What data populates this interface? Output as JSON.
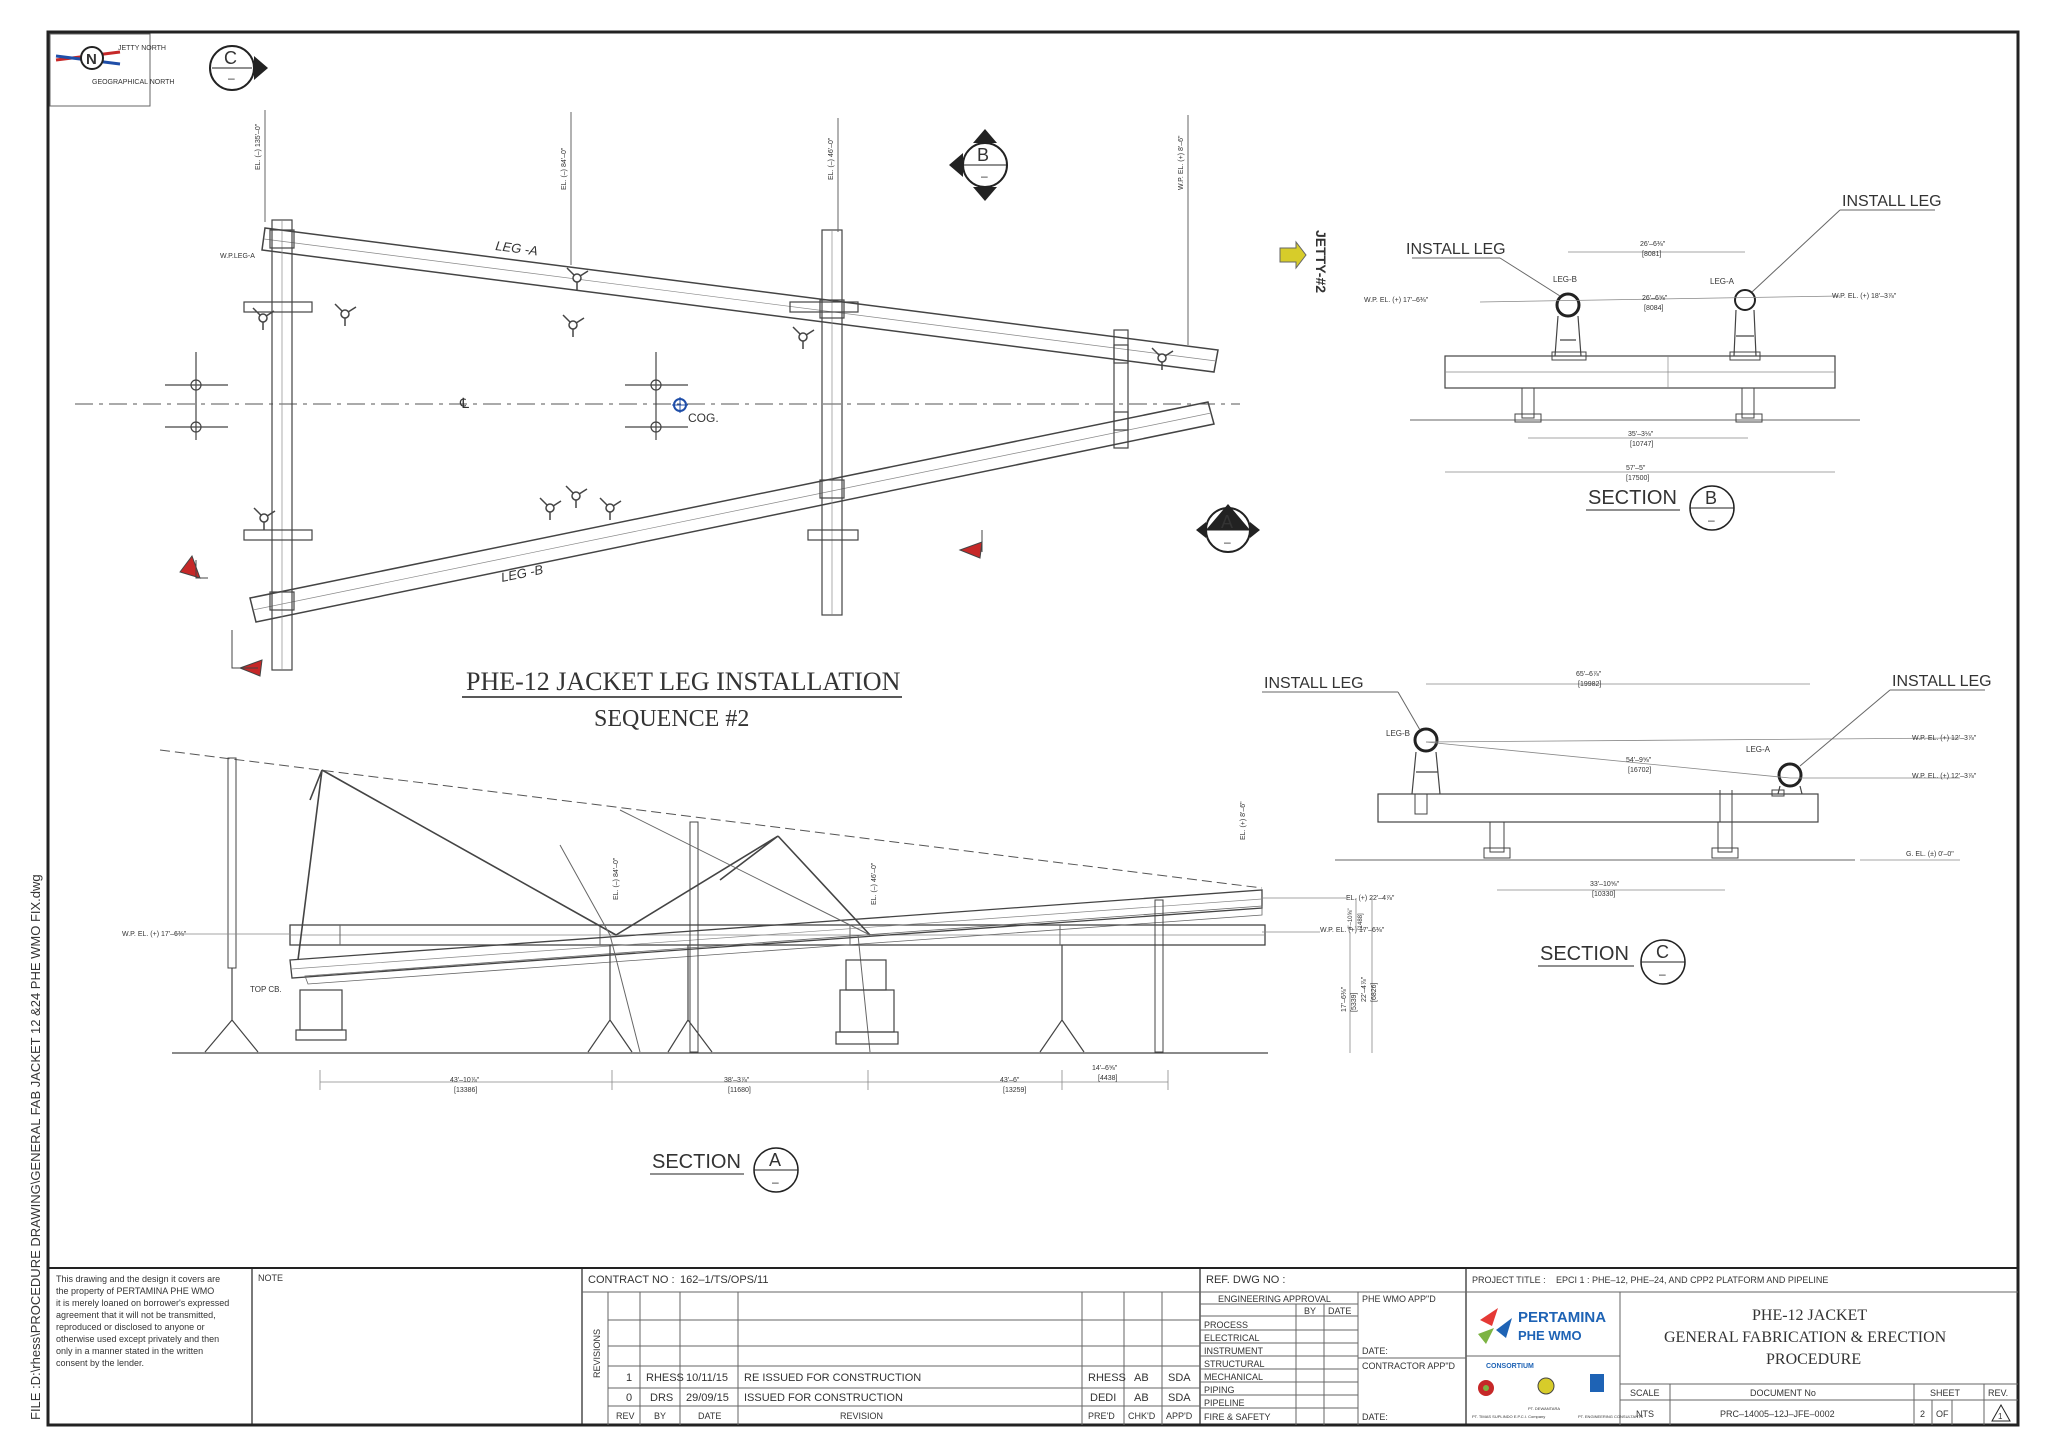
{
  "file_path": "FILE :D:\\rhess\\PROCEDURE DRAWING\\GENERAL FAB JACKET 12 &24 PHE WMO FIX.dwg",
  "north": {
    "jetty_north": "JETTY NORTH",
    "geographical_north": "GEOGRAPHICAL NORTH",
    "n_letter": "N"
  },
  "section_markers": {
    "a": "A",
    "b": "B",
    "c": "C",
    "dash": "–"
  },
  "title": {
    "line1": "PHE-12 JACKET LEG INSTALLATION",
    "line2": "SEQUENCE #2"
  },
  "plan": {
    "leg_a": "LEG -A",
    "leg_b": "LEG -B",
    "wp_leg_a": "W.P.LEG-A",
    "cog": "COG.",
    "centerline": "℄",
    "jetty": "JETTY-#2",
    "el_left": "EL. (–) 135'–0\"",
    "el_mid": "EL. (–) 84'–0\"",
    "el_mid2": "EL. (–) 46'–0\"",
    "el_right": "W.P. EL. (+) 8'–6\""
  },
  "section_b": {
    "label": "SECTION",
    "install_left": "INSTALL LEG",
    "install_right": "INSTALL LEG",
    "leg_b": "LEG-B",
    "leg_a": "LEG-A",
    "wp_left": "W.P. EL. (+) 17'–6⅜\"",
    "wp_right": "W.P. EL. (+) 18'–3⅞\"",
    "dim_top": "26'–6⅜\"",
    "dim_top_mm": "[8081]",
    "dim_mid": "26'–6⅝\"",
    "dim_mid_mm": "[8084]",
    "dim_inner": "35'–3⅛\"",
    "dim_inner_mm": "[10747]",
    "dim_outer": "57'–5\"",
    "dim_outer_mm": "[17500]"
  },
  "section_c": {
    "label": "SECTION",
    "install_left": "INSTALL LEG",
    "install_right": "INSTALL LEG",
    "leg_b": "LEG-B",
    "leg_a": "LEG-A",
    "wp_top": "W.P. EL. (+) 12'–3⅞\"",
    "wp_bot": "W.P. EL. (+) 12'–3⅞\"",
    "ge": "G. EL. (±) 0'–0\"",
    "dim_top": "65'–6⅞\"",
    "dim_top_mm": "[19982]",
    "dim_mid": "54'–9⅝\"",
    "dim_mid_mm": "[16702]",
    "dim_bot": "33'–10⅝\"",
    "dim_bot_mm": "[10330]"
  },
  "section_a": {
    "label": "SECTION",
    "wp_left": "W.P. EL. (+) 17'–6⅜\"",
    "wp_right1": "EL. (+) 22'–4⅞\"",
    "wp_right2": "W.P. EL. (+) 17'–6⅜\"",
    "top_cb": "TOP CB.",
    "el_mid": "EL. (–) 84'–0\"",
    "el_mid2": "EL. (–) 46'–0\"",
    "el_right": "EL. (+) 8'–6\"",
    "dim1": "43'–10⅞\"",
    "dim1_mm": "[13386]",
    "dim2": "38'–3⅞\"",
    "dim2_mm": "[11680]",
    "dim3": "43'–6\"",
    "dim3_mm": "[13259]",
    "dim4": "14'–6⅝\"",
    "dim4_mm": "[4438]",
    "vdim1": "17'–6⅜\"",
    "vdim1_mm": "[5339]",
    "vdim2": "22'–4⅞\"",
    "vdim2_mm": "[6826]",
    "vdim3": "4'–10⅝\"",
    "vdim3_mm": "[1488]"
  },
  "title_block": {
    "disclaimer": [
      "This drawing and the design it covers are",
      "the property of PERTAMINA PHE WMO",
      "it is merely loaned on borrower's expressed",
      "agreement that it will not be transmitted,",
      "reproduced or disclosed to anyone or",
      "otherwise used except privately and then",
      "only in a manner stated in the written",
      "consent by the lender."
    ],
    "note": "NOTE",
    "contract_label": "CONTRACT NO :",
    "contract_no": "162–1/TS/OPS/11",
    "revisions_label": "REVISIONS",
    "rev_rows": [
      {
        "rev": "1",
        "by": "RHESS",
        "date": "10/11/15",
        "desc": "RE ISSUED FOR CONSTRUCTION",
        "prd": "RHESS",
        "chk": "AB",
        "app": "SDA"
      },
      {
        "rev": "0",
        "by": "DRS",
        "date": "29/09/15",
        "desc": "ISSUED FOR CONSTRUCTION",
        "prd": "DEDI",
        "chk": "AB",
        "app": "SDA"
      }
    ],
    "rev_head": {
      "rev": "REV",
      "by": "BY",
      "date": "DATE",
      "desc": "REVISION",
      "prd": "PRE'D",
      "chk": "CHK'D",
      "app": "APP'D"
    },
    "ref_dwg": "REF. DWG NO :",
    "eng_approval": "ENGINEERING APPROVAL",
    "phe_app": "PHE WMO APP\"D",
    "by": "BY",
    "date": "DATE",
    "disciplines": [
      "PROCESS",
      "ELECTRICAL",
      "INSTRUMENT",
      "STRUCTURAL",
      "MECHANICAL",
      "PIPING",
      "PIPELINE",
      "FIRE & SAFETY"
    ],
    "date_label": "DATE:",
    "contractor_app": "CONTRACTOR APP\"D",
    "date_label2": "DATE:",
    "project_title_label": "PROJECT TITLE :",
    "project_title": "EPCI 1 : PHE–12, PHE–24, AND CPP2 PLATFORM AND PIPELINE",
    "company1": "PERTAMINA",
    "company2": "PHE WMO",
    "consortium": "CONSORTIUM",
    "consortium_members": [
      "PT. TIMAS SUPLINDO E.P.C.I. Company",
      "PT. DEWANTARA",
      "PT. ENGINEERING CONSULTANTS"
    ],
    "drawing_title1": "PHE-12 JACKET",
    "drawing_title2": "GENERAL FABRICATION & ERECTION",
    "drawing_title3": "PROCEDURE",
    "scale_label": "SCALE",
    "scale": "NTS",
    "doc_label": "DOCUMENT No",
    "doc_no": "PRC–14005–12J–JFE–0002",
    "sheet_label": "SHEET",
    "sheet_no": "2",
    "sheet_of": "OF",
    "rev_label": "REV.",
    "rev_no": "1"
  },
  "colors": {
    "line": "#444444",
    "red": "#c62828",
    "blue": "#1f4ea8",
    "yellow": "#d7cc2a",
    "pertamina_red": "#e53935",
    "pertamina_green": "#7cb342",
    "pertamina_blue": "#1e63b5"
  }
}
